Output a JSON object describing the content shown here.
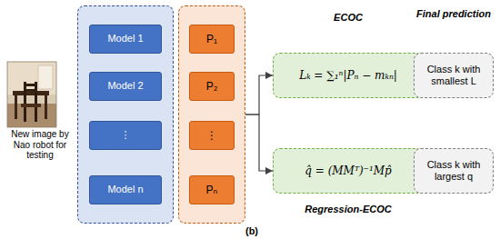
{
  "diagram": {
    "nodes": [
      {
        "text": [
          "New image by Nao robot for testing"
        ]
      },
      {
        "text": []
      },
      {
        "text": [
          "Model 1"
        ],
        "in": 1
      },
      {
        "text": [
          "Model 2"
        ],
        "in": 1
      },
      {
        "text": [
          "⋮"
        ],
        "in": 1
      },
      {
        "text": [
          "Model n"
        ],
        "in": 1
      },
      {
        "text": []
      },
      {
        "text": [
          "P₁"
        ],
        "in": 6
      },
      {
        "text": [
          "P₂"
        ],
        "in": 6
      },
      {
        "text": [
          "⋮"
        ],
        "in": 6
      },
      {
        "text": [
          "Pₙ"
        ],
        "in": 6
      },
      {
        "text": [
          "ECOC",
          "Lₖ = ∑₁ⁿ|Pₙ − mₖₙ|"
        ]
      },
      {
        "text": [
          "q̂ = (MMᵀ)⁻¹Mp̂",
          "Regression-ECOC"
        ]
      },
      {
        "text": [
          "Class k with smallest L"
        ]
      },
      {
        "text": [
          "Class k with largest q"
        ]
      }
    ],
    "edges": [
      {
        "from": 6,
        "to": 11,
        "arrow": "to"
      },
      {
        "from": 6,
        "to": 12,
        "arrow": "to"
      },
      {
        "from": 11,
        "to": 13,
        "arrow": "to"
      },
      {
        "from": 12,
        "to": 14,
        "arrow": "to"
      }
    ],
    "labels": [
      "Final prediction",
      "(b)"
    ]
  }
}
